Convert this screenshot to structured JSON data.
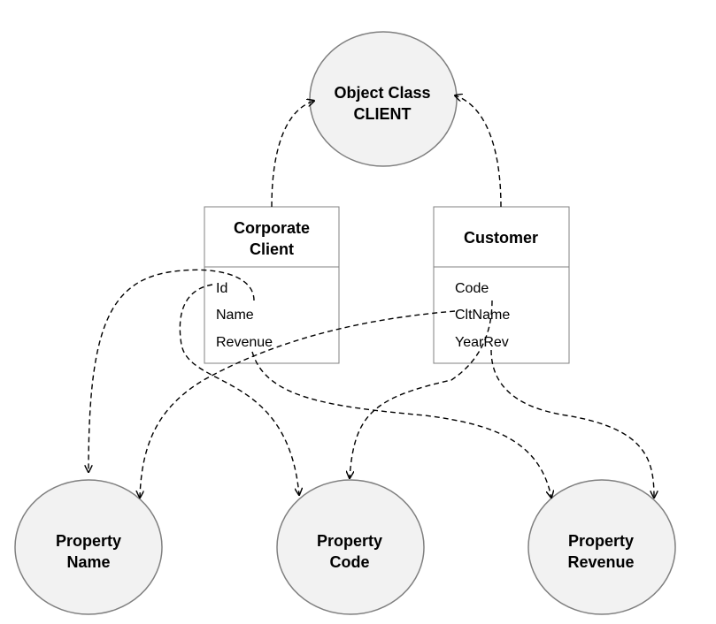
{
  "object_class": {
    "line1": "Object Class",
    "line2": "CLIENT"
  },
  "entities": [
    {
      "title_line1": "Corporate",
      "title_line2": "Client",
      "attributes": [
        "Id",
        "Name",
        "Revenue"
      ]
    },
    {
      "title_line1": "Customer",
      "title_line2": "",
      "attributes": [
        "Code",
        "CltName",
        "YearRev"
      ]
    }
  ],
  "properties": [
    {
      "line1": "Property",
      "line2": "Name"
    },
    {
      "line1": "Property",
      "line2": "Code"
    },
    {
      "line1": "Property",
      "line2": "Revenue"
    }
  ],
  "colors": {
    "node_fill": "#f2f2f2",
    "node_stroke": "#808080",
    "box_stroke": "#808080",
    "arrow": "#000000"
  }
}
